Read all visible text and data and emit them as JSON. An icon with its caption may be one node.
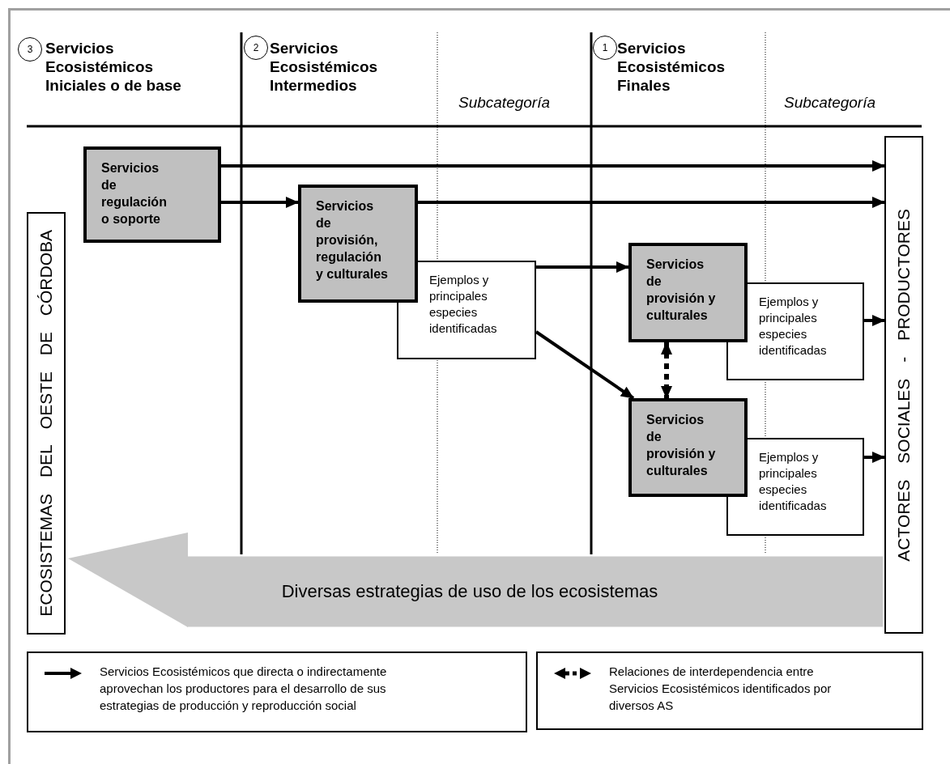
{
  "diagram": {
    "nodes": [
      {
        "text": [
          "ECOSISTEMAS DEL OESTE DE CÓRDOBA"
        ]
      },
      {
        "text": [
          "Servicios de regulación o soporte"
        ]
      },
      {
        "text": [
          "Servicios de provisión, regulación y culturales"
        ]
      },
      {
        "text": [
          "Ejemplos y principales especies identificadas"
        ]
      },
      {
        "text": [
          "Servicios de provisión y culturales"
        ]
      },
      {
        "text": [
          "Ejemplos y principales especies identificadas"
        ]
      },
      {
        "text": [
          "Servicios de provisión y culturales"
        ]
      },
      {
        "text": [
          "Ejemplos y principales especies identificadas"
        ]
      },
      {
        "text": [
          "ACTORES SOCIALES - PRODUCTORES"
        ]
      }
    ],
    "edges": [
      {
        "from": 1,
        "to": 8,
        "arrow": "to"
      },
      {
        "from": 1,
        "to": 2,
        "arrow": "to"
      },
      {
        "from": 2,
        "to": 8,
        "arrow": "to"
      },
      {
        "from": 3,
        "to": 4,
        "arrow": "to"
      },
      {
        "from": 3,
        "to": 6,
        "arrow": "to"
      },
      {
        "from": 4,
        "to": 6,
        "arrow": "both",
        "style": "dashed"
      },
      {
        "from": 5,
        "to": 8,
        "arrow": "to"
      },
      {
        "from": 7,
        "to": 8,
        "arrow": "to"
      },
      {
        "from": 8,
        "to": 0,
        "arrow": "to",
        "style": "thick",
        "color": "#c8c8c8",
        "label": "Diversas estrategias de uso de los ecosistemas"
      }
    ],
    "labels": [
      "3",
      "Servicios Ecosistémicos Iniciales o de base",
      "2",
      "Servicios Ecosistémicos Intermedios",
      "Subcategoría",
      "1",
      "Servicios Ecosistémicos Finales",
      "Subcategoría"
    ],
    "legend": [
      {
        "text": "Servicios Ecosistémicos que directa o indirectamente aprovechan los productores para el desarrollo de sus estrategias de producción y reproducción social"
      },
      {
        "text": "Relaciones de interdependencia entre Servicios Ecosistémicos identificados por diversos AS"
      }
    ]
  }
}
